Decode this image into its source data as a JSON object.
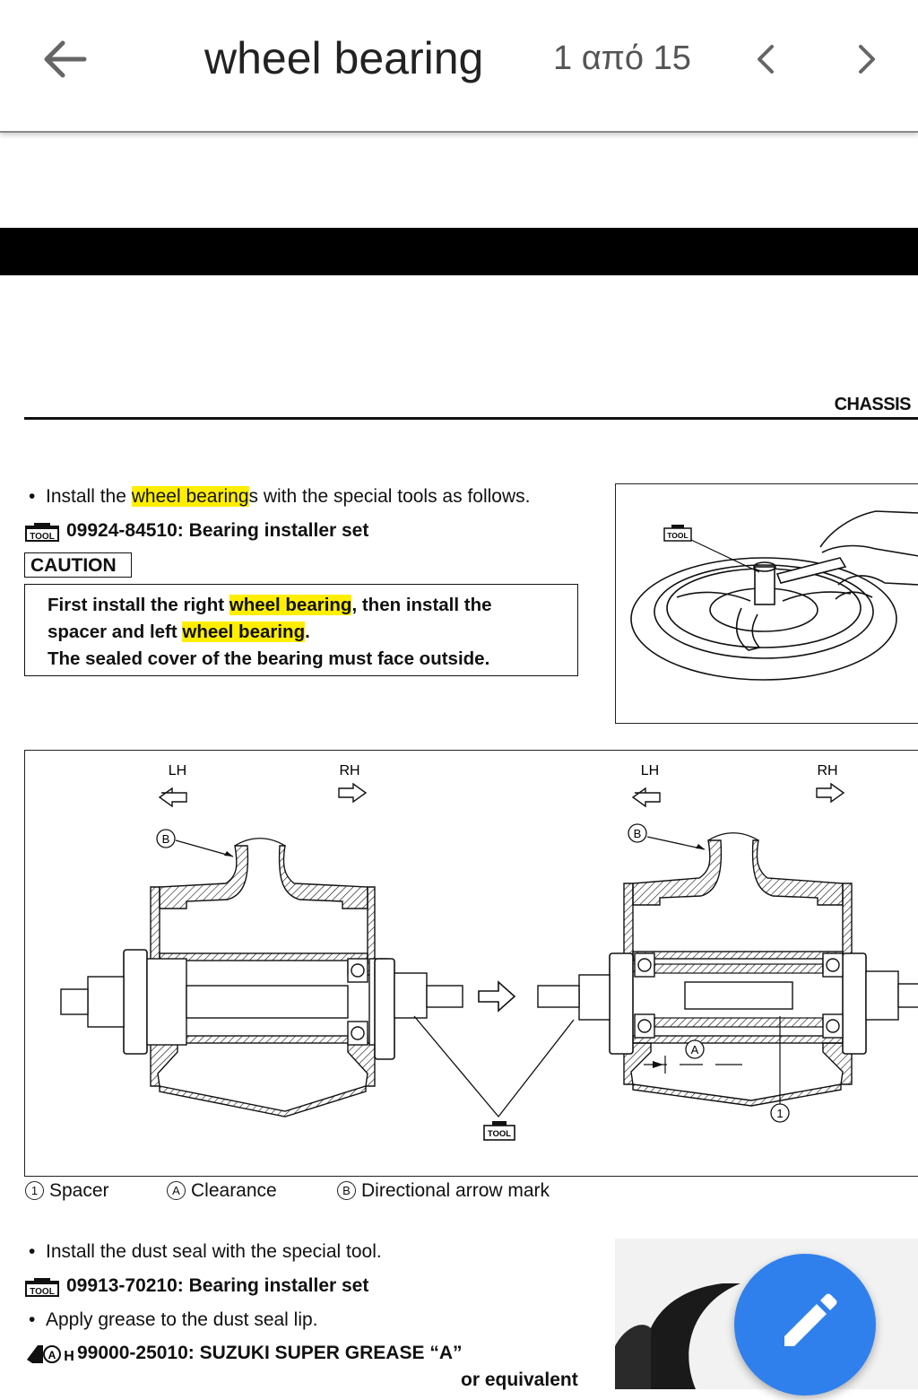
{
  "app": {
    "title": "wheel bearing",
    "pager": "1 από 15"
  },
  "doc": {
    "section": "CHASSIS",
    "install_line_pre": "Install the ",
    "install_line_hl": "wheel bearing",
    "install_line_post": "s with the special tools as follows.",
    "tool1": "09924-84510: Bearing installer set",
    "caution_label": "CAUTION",
    "caution_l1_a": "First install the right ",
    "caution_l1_hl": "wheel bearing",
    "caution_l1_b": ", then install the",
    "caution_l2_a": "spacer and left ",
    "caution_l2_hl": "wheel bearing",
    "caution_l2_b": ".",
    "caution_l3": "The sealed cover of the bearing must face outside.",
    "tool_icon_text": "TOOL",
    "diagram": {
      "lh": "LH",
      "rh": "RH",
      "mark_b": "B",
      "mark_a": "A",
      "mark_1": "1"
    },
    "captions": {
      "spacer_num": "1",
      "spacer": "Spacer",
      "clearance_mark": "A",
      "clearance": "Clearance",
      "arrow_mark": "B",
      "arrow": "Directional arrow mark"
    },
    "dust_seal_line": "Install the dust seal with the special tool.",
    "tool2": "09913-70210: Bearing installer set",
    "grease_line": "Apply grease to the dust seal lip.",
    "grease_icon_letter": "A",
    "grease_icon_suffix": "H",
    "grease": "99000-25010: SUZUKI SUPER GREASE “A”",
    "or_equivalent": "or equivalent"
  },
  "icons": {
    "back": "arrow-left-icon",
    "prev": "chevron-left-icon",
    "next": "chevron-right-icon",
    "edit": "pencil-icon"
  },
  "colors": {
    "highlight": "#ffee00",
    "fab": "#2f80ed"
  }
}
